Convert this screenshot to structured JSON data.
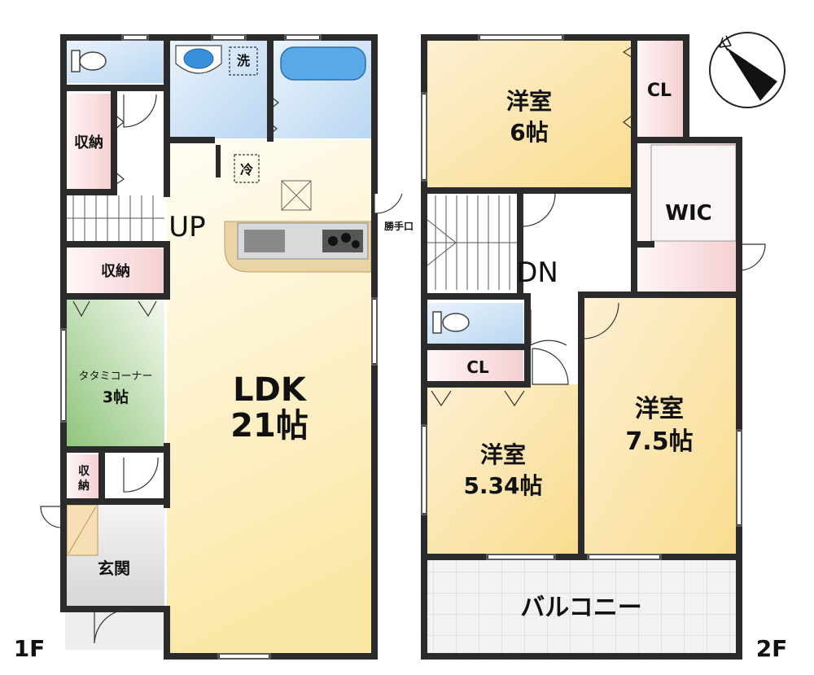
{
  "floor1": {
    "label": "1F",
    "ldk_name": "LDK",
    "ldk_size": "21帖",
    "up": "UP",
    "storage_top": "収納",
    "storage_mid": "収納",
    "storage_small_1": "収",
    "storage_small_2": "納",
    "tatami_name": "タタミコーナー",
    "tatami_size": "3帖",
    "entrance": "玄関",
    "wash": "洗",
    "fridge": "冷",
    "back_door": "勝手口"
  },
  "floor2": {
    "label": "2F",
    "room1_name": "洋室",
    "room1_size": "6帖",
    "cl_top": "CL",
    "wic": "WIC",
    "dn": "DN",
    "cl_mid": "CL",
    "room2_name": "洋室",
    "room2_size": "5.34帖",
    "room3_name": "洋室",
    "room3_size": "7.5帖",
    "balcony": "バルコニー"
  },
  "colors": {
    "wall": "#2b2b2b",
    "ldk": "#fdf1cf",
    "wet": "#cfe3f5",
    "storage": "#f7d7d9",
    "tatami": "#a9d49a",
    "entrance": "#e2e2e2",
    "room": "#fbe7b8",
    "balcony": "#e9e9e9"
  }
}
